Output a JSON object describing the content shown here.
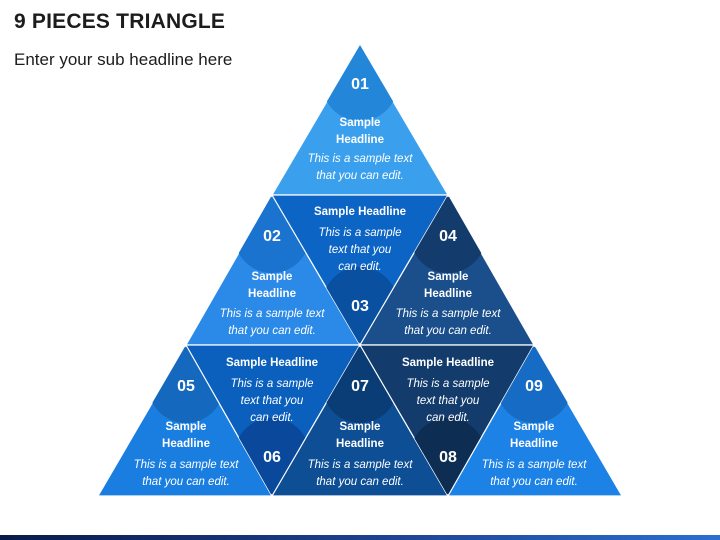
{
  "title": "9 PIECES TRIANGLE",
  "subtitle": "Enter your sub headline here",
  "pieces": [
    {
      "num": "01",
      "headline": [
        "Sample",
        "Headline"
      ],
      "text": [
        "This is a sample text",
        "that you can edit."
      ],
      "color": "#3aa0ee",
      "circle": "#2486d8"
    },
    {
      "num": "02",
      "headline": [
        "Sample",
        "Headline"
      ],
      "text": [
        "This is a sample text",
        "that you can edit."
      ],
      "color": "#2b8ae8",
      "circle": "#1a73cf"
    },
    {
      "num": "03",
      "headline": [
        "Sample Headline"
      ],
      "text": [
        "This is a sample",
        "text that you",
        "can edit."
      ],
      "color": "#0c65c4",
      "circle": "#0a50a0"
    },
    {
      "num": "04",
      "headline": [
        "Sample",
        "Headline"
      ],
      "text": [
        "This is a sample text",
        "that you can edit."
      ],
      "color": "#1a4f8c",
      "circle": "#133b6b"
    },
    {
      "num": "05",
      "headline": [
        "Sample",
        "Headline"
      ],
      "text": [
        "This is a sample text",
        "that you can edit."
      ],
      "color": "#1a7ee0",
      "circle": "#1468be"
    },
    {
      "num": "06",
      "headline": [
        "Sample Headline"
      ],
      "text": [
        "This is a sample",
        "text that you",
        "can edit."
      ],
      "color": "#0b5fbd",
      "circle": "#09489a"
    },
    {
      "num": "07",
      "headline": [
        "Sample",
        "Headline"
      ],
      "text": [
        "This is a sample text",
        "that you can edit."
      ],
      "color": "#0d4e94",
      "circle": "#0a3d75"
    },
    {
      "num": "08",
      "headline": [
        "Sample Headline"
      ],
      "text": [
        "This is a sample",
        "text that you",
        "can edit."
      ],
      "color": "#133c6c",
      "circle": "#0e2d52"
    },
    {
      "num": "09",
      "headline": [
        "Sample",
        "Headline"
      ],
      "text": [
        "This is a sample text",
        "that you can edit."
      ],
      "color": "#1d82e6",
      "circle": "#166cc4"
    }
  ]
}
